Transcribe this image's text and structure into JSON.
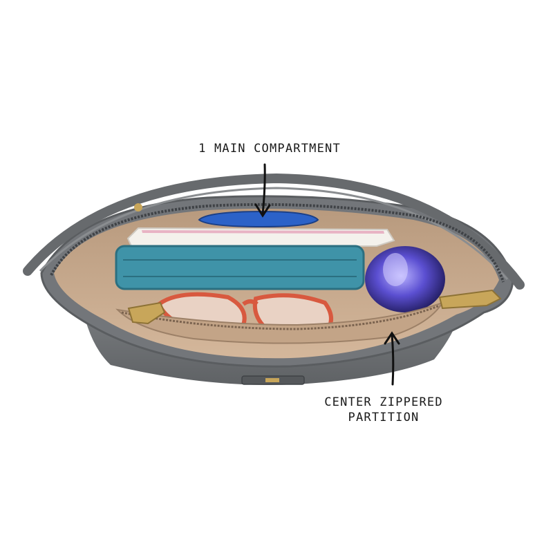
{
  "annotations": {
    "main_compartment": "1 MAIN COMPARTMENT",
    "partition_line1": "CENTER ZIPPERED",
    "partition_line2": "PARTITION"
  },
  "colors": {
    "bag_exterior": "#6e7173",
    "bag_lining": "#c9ab8f",
    "wallet": "#3f93a8",
    "bottle": "#5b4fd1",
    "sunglasses": "#d8593f",
    "zipper_pull": "#c8a65a"
  }
}
